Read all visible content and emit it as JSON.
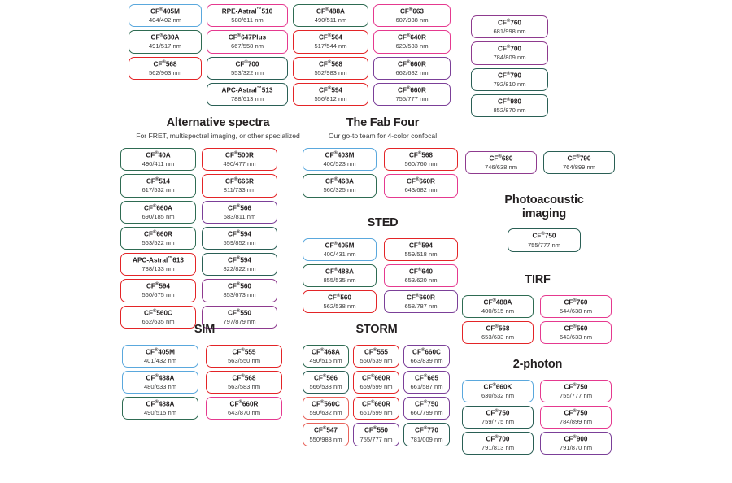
{
  "sections": [
    {
      "id": "top-row",
      "title": "",
      "subtitle": "",
      "columns": [
        {
          "chips": [
            {
              "name": "CF",
              "reg": "®",
              "suffix": "405M",
              "wl": "404/402 nm",
              "color": "#5aa8dd"
            },
            {
              "name": "CF",
              "reg": "®",
              "suffix": "680A",
              "wl": "491/517 nm",
              "color": "#2e6b52"
            },
            {
              "name": "CF",
              "reg": "®",
              "suffix": "568",
              "wl": "562/963 nm",
              "color": "#e32427"
            }
          ]
        },
        {
          "chips": [
            {
              "name": "RPE-Astral",
              "reg": "™",
              "suffix": "516",
              "wl": "580/611 nm",
              "color": "#e5398f"
            },
            {
              "name": "CF",
              "reg": "®",
              "suffix": "647Plus",
              "wl": "667/558 nm",
              "color": "#e5398f"
            },
            {
              "name": "CF",
              "reg": "®",
              "suffix": "700",
              "wl": "553/322 nm",
              "color": "#2a5f55"
            },
            {
              "name": "APC-Astral",
              "reg": "™",
              "suffix": "513",
              "wl": "788/613 nm",
              "color": "#2a5f55"
            }
          ]
        },
        {
          "chips": [
            {
              "name": "CF",
              "reg": "®",
              "suffix": "488A",
              "wl": "490/511 nm",
              "color": "#2e6b52"
            },
            {
              "name": "CF",
              "reg": "®",
              "suffix": "564",
              "wl": "517/544 nm",
              "color": "#e32427"
            },
            {
              "name": "CF",
              "reg": "®",
              "suffix": "568",
              "wl": "552/983 nm",
              "color": "#e32427"
            },
            {
              "name": "CF",
              "reg": "®",
              "suffix": "594",
              "wl": "556/812 nm",
              "color": "#e32427"
            }
          ]
        },
        {
          "chips": [
            {
              "name": "CF",
              "reg": "®",
              "suffix": "663",
              "wl": "607/938 nm",
              "color": "#e5398f"
            },
            {
              "name": "CF",
              "reg": "®",
              "suffix": "640R",
              "wl": "620/533 nm",
              "color": "#e5398f"
            },
            {
              "name": "CF",
              "reg": "®",
              "suffix": "660R",
              "wl": "662/682 nm",
              "color": "#7b3f98"
            },
            {
              "name": "CF",
              "reg": "®",
              "suffix": "660R",
              "wl": "755/777 nm",
              "color": "#7b3f98"
            }
          ]
        },
        {
          "chips": [
            {
              "name": "CF",
              "reg": "®",
              "suffix": "760",
              "wl": "681/998 nm",
              "color": "#8e3a8e"
            },
            {
              "name": "CF",
              "reg": "®",
              "suffix": "700",
              "wl": "784/809 nm",
              "color": "#8e3a8e"
            },
            {
              "name": "CF",
              "reg": "®",
              "suffix": "790",
              "wl": "792/810 nm",
              "color": "#2a5f55"
            },
            {
              "name": "CF",
              "reg": "®",
              "suffix": "980",
              "wl": "852/870 nm",
              "color": "#2a5f55"
            }
          ]
        }
      ]
    },
    {
      "id": "alternative-spectra",
      "title": "Alternative spectra",
      "subtitle": "For FRET, multispectral imaging, or other specialized",
      "columns": [
        {
          "chips": [
            {
              "name": "CF",
              "reg": "®",
              "suffix": "40A",
              "wl": "490/411 nm",
              "color": "#2e6b52"
            },
            {
              "name": "CF",
              "reg": "®",
              "suffix": "514",
              "wl": "617/532 nm",
              "color": "#2e6b52"
            },
            {
              "name": "CF",
              "reg": "®",
              "suffix": "660A",
              "wl": "690/185 nm",
              "color": "#2e6b52"
            },
            {
              "name": "CF",
              "reg": "®",
              "suffix": "660R",
              "wl": "563/522 nm",
              "color": "#2e6b52"
            },
            {
              "name": "APC-Astral",
              "reg": "™",
              "suffix": "613",
              "wl": "788/133 nm",
              "color": "#e32427"
            },
            {
              "name": "CF",
              "reg": "®",
              "suffix": "594",
              "wl": "560/675 nm",
              "color": "#e32427"
            },
            {
              "name": "CF",
              "reg": "®",
              "suffix": "560C",
              "wl": "662/635 nm",
              "color": "#e32427"
            }
          ]
        },
        {
          "chips": [
            {
              "name": "CF",
              "reg": "®",
              "suffix": "500R",
              "wl": "490/477 nm",
              "color": "#e32427"
            },
            {
              "name": "CF",
              "reg": "®",
              "suffix": "666R",
              "wl": "811/733 nm",
              "color": "#e32427"
            },
            {
              "name": "CF",
              "reg": "®",
              "suffix": "566",
              "wl": "683/811 nm",
              "color": "#7b3f98"
            },
            {
              "name": "CF",
              "reg": "®",
              "suffix": "594",
              "wl": "559/852 nm",
              "color": "#2a5f55"
            },
            {
              "name": "CF",
              "reg": "®",
              "suffix": "594",
              "wl": "822/822 nm",
              "color": "#2a5f55"
            },
            {
              "name": "CF",
              "reg": "®",
              "suffix": "560",
              "wl": "853/673 nm",
              "color": "#8e3a8e"
            },
            {
              "name": "CF",
              "reg": "®",
              "suffix": "550",
              "wl": "797/879 nm",
              "color": "#8e3a8e"
            }
          ]
        }
      ]
    },
    {
      "id": "fab-four",
      "title": "The Fab Four",
      "subtitle": "Our go-to team for 4-color confocal",
      "columns": [
        {
          "chips": [
            {
              "name": "CF",
              "reg": "®",
              "suffix": "403M",
              "wl": "400/523 nm",
              "color": "#5aa8dd"
            },
            {
              "name": "CF",
              "reg": "®",
              "suffix": "468A",
              "wl": "560/325 nm",
              "color": "#2e6b52"
            }
          ]
        },
        {
          "chips": [
            {
              "name": "CF",
              "reg": "®",
              "suffix": "568",
              "wl": "560/760 nm",
              "color": "#e32427"
            },
            {
              "name": "CF",
              "reg": "®",
              "suffix": "660R",
              "wl": "643/682 nm",
              "color": "#e5398f"
            }
          ]
        }
      ]
    },
    {
      "id": "sted",
      "title": "STED",
      "subtitle": "",
      "columns": [
        {
          "chips": [
            {
              "name": "CF",
              "reg": "®",
              "suffix": "405M",
              "wl": "400/431 nm",
              "color": "#5aa8dd"
            },
            {
              "name": "CF",
              "reg": "®",
              "suffix": "488A",
              "wl": "855/535 nm",
              "color": "#2e6b52"
            },
            {
              "name": "CF",
              "reg": "®",
              "suffix": "560",
              "wl": "562/538 nm",
              "color": "#e32427"
            }
          ]
        },
        {
          "chips": [
            {
              "name": "CF",
              "reg": "®",
              "suffix": "594",
              "wl": "559/518 nm",
              "color": "#e32427"
            },
            {
              "name": "CF",
              "reg": "®",
              "suffix": "640",
              "wl": "653/620 nm",
              "color": "#e5398f"
            },
            {
              "name": "CF",
              "reg": "®",
              "suffix": "660R",
              "wl": "658/787 nm",
              "color": "#7b3f98"
            }
          ]
        }
      ]
    },
    {
      "id": "nir-pair",
      "title": "",
      "subtitle": "",
      "columns": [
        {
          "chips": [
            {
              "name": "CF",
              "reg": "®",
              "suffix": "680",
              "wl": "746/638 nm",
              "color": "#8e3a8e"
            }
          ]
        },
        {
          "chips": [
            {
              "name": "CF",
              "reg": "®",
              "suffix": "790",
              "wl": "764/899 nm",
              "color": "#2a5f55"
            }
          ]
        }
      ]
    },
    {
      "id": "photoacoustic",
      "title": "Photoacoustic imaging",
      "subtitle": "",
      "columns": [
        {
          "chips": [
            {
              "name": "CF",
              "reg": "®",
              "suffix": "750",
              "wl": "755/777 nm",
              "color": "#2a5f55"
            }
          ]
        }
      ]
    },
    {
      "id": "tirf",
      "title": "TIRF",
      "subtitle": "",
      "columns": [
        {
          "chips": [
            {
              "name": "CF",
              "reg": "®",
              "suffix": "488A",
              "wl": "400/515 nm",
              "color": "#2e6b52"
            },
            {
              "name": "CF",
              "reg": "®",
              "suffix": "568",
              "wl": "653/633 nm",
              "color": "#e32427"
            }
          ]
        },
        {
          "chips": [
            {
              "name": "CF",
              "reg": "®",
              "suffix": "760",
              "wl": "544/638 nm",
              "color": "#e5398f"
            },
            {
              "name": "CF",
              "reg": "®",
              "suffix": "560",
              "wl": "643/633 nm",
              "color": "#e5398f"
            }
          ]
        }
      ]
    },
    {
      "id": "two-photon",
      "title": "2-photon",
      "subtitle": "",
      "columns": [
        {
          "chips": [
            {
              "name": "CF",
              "reg": "®",
              "suffix": "660K",
              "wl": "630/532 nm",
              "color": "#5aa8dd"
            },
            {
              "name": "CF",
              "reg": "®",
              "suffix": "750",
              "wl": "759/775 nm",
              "color": "#2a5f55"
            },
            {
              "name": "CF",
              "reg": "®",
              "suffix": "700",
              "wl": "791/813 nm",
              "color": "#2a5f55"
            }
          ]
        },
        {
          "chips": [
            {
              "name": "CF",
              "reg": "®",
              "suffix": "750",
              "wl": "755/777 nm",
              "color": "#e5398f"
            },
            {
              "name": "CF",
              "reg": "®",
              "suffix": "750",
              "wl": "784/899 nm",
              "color": "#e5398f"
            },
            {
              "name": "CF",
              "reg": "®",
              "suffix": "900",
              "wl": "791/870 nm",
              "color": "#7b3f98"
            }
          ]
        }
      ]
    },
    {
      "id": "sim",
      "title": "SIM",
      "subtitle": "",
      "columns": [
        {
          "chips": [
            {
              "name": "CF",
              "reg": "®",
              "suffix": "405M",
              "wl": "401/432 nm",
              "color": "#5aa8dd"
            },
            {
              "name": "CF",
              "reg": "®",
              "suffix": "488A",
              "wl": "480/633 nm",
              "color": "#5aa8dd"
            },
            {
              "name": "CF",
              "reg": "®",
              "suffix": "488A",
              "wl": "490/515 nm",
              "color": "#2e6b52"
            }
          ]
        },
        {
          "chips": [
            {
              "name": "CF",
              "reg": "®",
              "suffix": "555",
              "wl": "563/550 nm",
              "color": "#e32427"
            },
            {
              "name": "CF",
              "reg": "®",
              "suffix": "568",
              "wl": "563/583 nm",
              "color": "#e32427"
            },
            {
              "name": "CF",
              "reg": "®",
              "suffix": "660R",
              "wl": "643/870 nm",
              "color": "#e5398f"
            }
          ]
        }
      ]
    },
    {
      "id": "storm",
      "title": "STORM",
      "subtitle": "",
      "columns": [
        {
          "chips": [
            {
              "name": "CF",
              "reg": "®",
              "suffix": "468A",
              "wl": "490/515 nm",
              "color": "#2e6b52"
            },
            {
              "name": "CF",
              "reg": "®",
              "suffix": "566",
              "wl": "566/533 nm",
              "color": "#2a5f55"
            },
            {
              "name": "CF",
              "reg": "®",
              "suffix": "560C",
              "wl": "590/632 nm",
              "color": "#e8625a"
            },
            {
              "name": "CF",
              "reg": "®",
              "suffix": "547",
              "wl": "550/983 nm",
              "color": "#e8625a"
            }
          ]
        },
        {
          "chips": [
            {
              "name": "CF",
              "reg": "®",
              "suffix": "555",
              "wl": "560/539 nm",
              "color": "#e32427"
            },
            {
              "name": "CF",
              "reg": "®",
              "suffix": "660R",
              "wl": "669/599 nm",
              "color": "#e32427"
            },
            {
              "name": "CF",
              "reg": "®",
              "suffix": "660R",
              "wl": "661/599 nm",
              "color": "#e32427"
            },
            {
              "name": "CF",
              "reg": "®",
              "suffix": "550",
              "wl": "755/777 nm",
              "color": "#7b3f98"
            }
          ]
        },
        {
          "chips": [
            {
              "name": "CF",
              "reg": "®",
              "suffix": "660C",
              "wl": "663/839 nm",
              "color": "#7b3f98"
            },
            {
              "name": "CF",
              "reg": "®",
              "suffix": "665",
              "wl": "661/587 nm",
              "color": "#7b3f98"
            },
            {
              "name": "CF",
              "reg": "®",
              "suffix": "750",
              "wl": "660/799 nm",
              "color": "#7b3f98"
            },
            {
              "name": "CF",
              "reg": "®",
              "suffix": "770",
              "wl": "781/009 nm",
              "color": "#2a5f55"
            }
          ]
        }
      ]
    }
  ]
}
